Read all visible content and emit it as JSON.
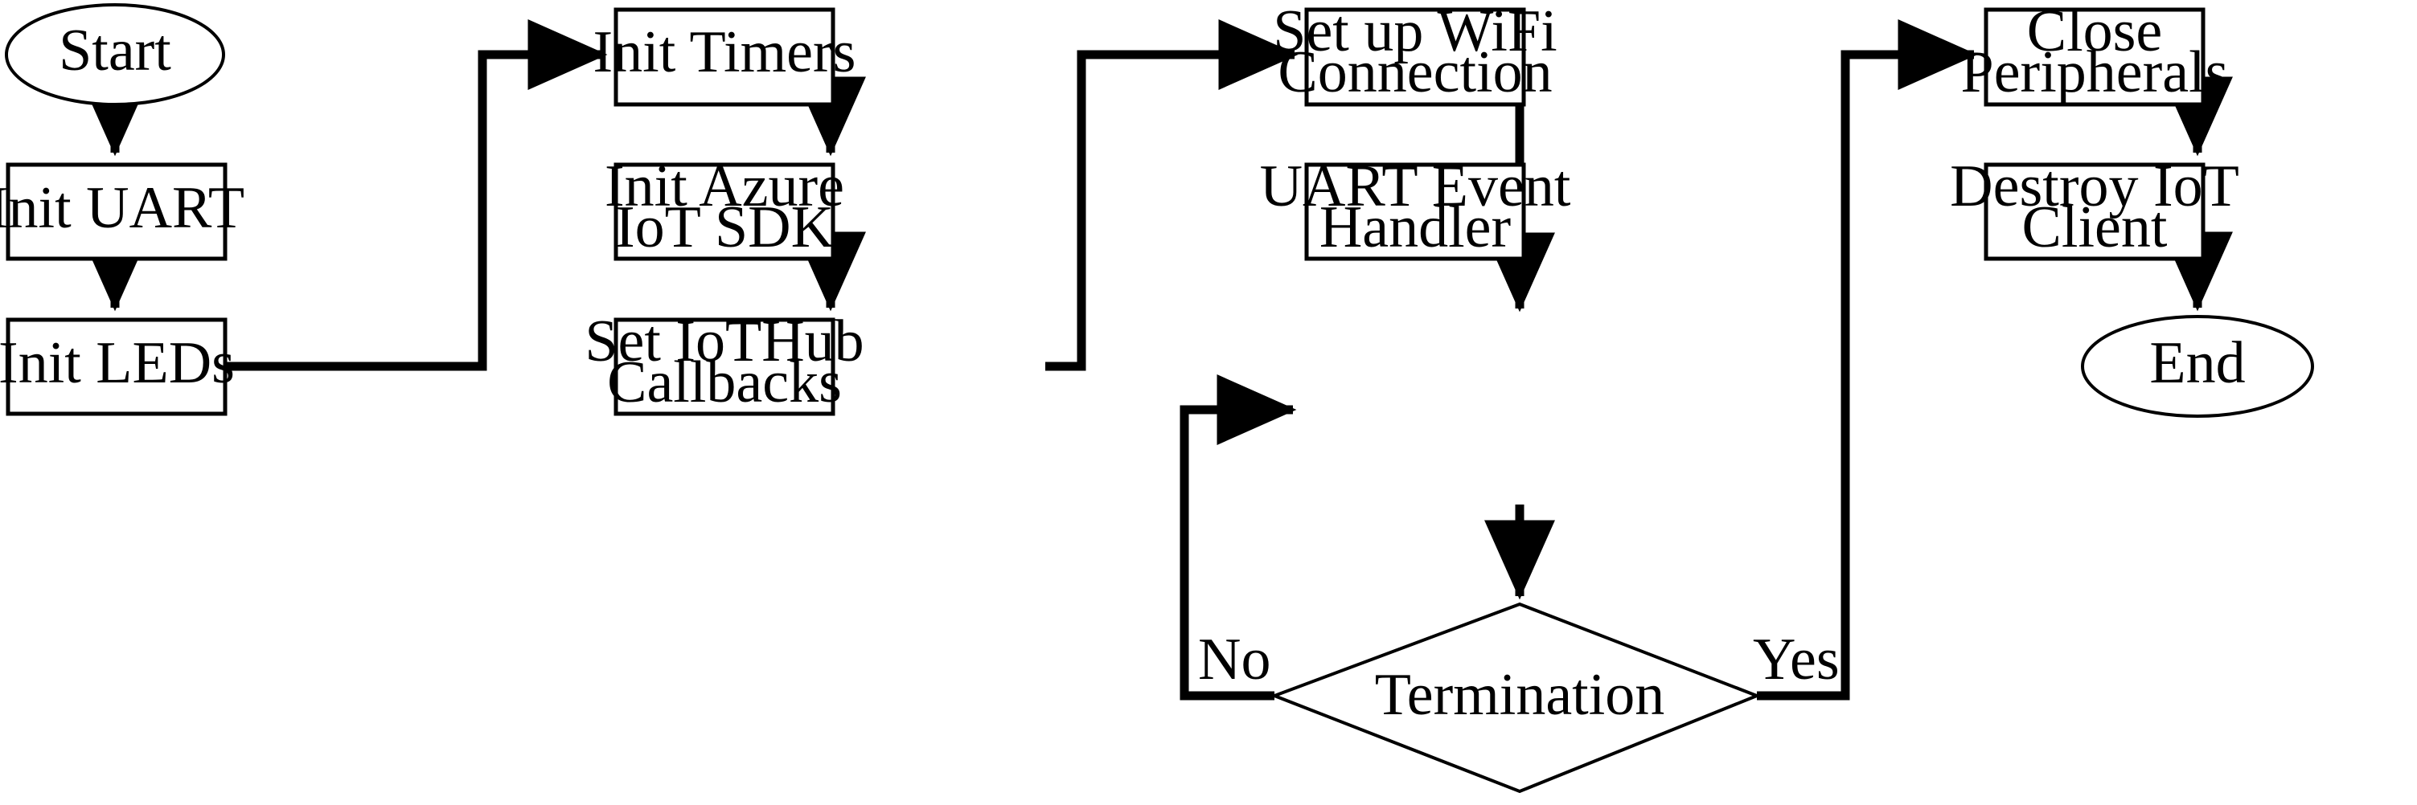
{
  "diagram": {
    "type": "flowchart",
    "title": "Firmware main-loop flowchart",
    "orientation": "left-to-right columns, top-to-bottom within column",
    "colors": {
      "stroke": "#000000",
      "fill": "#ffffff",
      "text": "#000000"
    },
    "nodes": [
      {
        "id": "start",
        "shape": "ellipse",
        "label": "Start",
        "lines": [
          "Start"
        ]
      },
      {
        "id": "init_uart",
        "shape": "rectangle",
        "label": "Init UART",
        "lines": [
          "Init UART"
        ]
      },
      {
        "id": "init_leds",
        "shape": "rectangle",
        "label": "Init LEDs",
        "lines": [
          "Init LEDs"
        ]
      },
      {
        "id": "init_timers",
        "shape": "rectangle",
        "label": "Init Timers",
        "lines": [
          "Init Timers"
        ]
      },
      {
        "id": "init_azure",
        "shape": "rectangle",
        "label": "Init Azure IoT SDK",
        "lines": [
          "Init Azure",
          "IoT SDK"
        ]
      },
      {
        "id": "set_cb",
        "shape": "rectangle",
        "label": "Set IoTHub Callbacks",
        "lines": [
          "Set IoTHub",
          "Callbacks"
        ]
      },
      {
        "id": "wifi",
        "shape": "rectangle",
        "label": "Set up WiFi Connection",
        "lines": [
          "Set up WiFi",
          "Connection"
        ]
      },
      {
        "id": "uart_evt",
        "shape": "rectangle",
        "label": "UART Event Handler",
        "lines": [
          "UART Event",
          "Handler"
        ]
      },
      {
        "id": "termination",
        "shape": "diamond",
        "label": "Termination",
        "lines": [
          "Termination"
        ]
      },
      {
        "id": "close_per",
        "shape": "rectangle",
        "label": "Close Peripherals",
        "lines": [
          "Close",
          "Peripherals"
        ]
      },
      {
        "id": "destroy",
        "shape": "rectangle",
        "label": "Destroy IoT Client",
        "lines": [
          "Destroy IoT",
          "Client"
        ]
      },
      {
        "id": "end",
        "shape": "ellipse",
        "label": "End",
        "lines": [
          "End"
        ]
      }
    ],
    "edges": [
      {
        "from": "start",
        "to": "init_uart",
        "label": ""
      },
      {
        "from": "init_uart",
        "to": "init_leds",
        "label": ""
      },
      {
        "from": "init_leds",
        "to": "init_timers",
        "label": ""
      },
      {
        "from": "init_timers",
        "to": "init_azure",
        "label": ""
      },
      {
        "from": "init_azure",
        "to": "set_cb",
        "label": ""
      },
      {
        "from": "set_cb",
        "to": "wifi",
        "label": ""
      },
      {
        "from": "wifi",
        "to": "uart_evt",
        "label": ""
      },
      {
        "from": "uart_evt",
        "to": "termination",
        "label": ""
      },
      {
        "from": "termination",
        "to": "uart_evt",
        "label": "No"
      },
      {
        "from": "termination",
        "to": "close_per",
        "label": "Yes"
      },
      {
        "from": "close_per",
        "to": "destroy",
        "label": ""
      },
      {
        "from": "destroy",
        "to": "end",
        "label": ""
      }
    ],
    "edge_labels": {
      "no": "No",
      "yes": "Yes"
    }
  }
}
